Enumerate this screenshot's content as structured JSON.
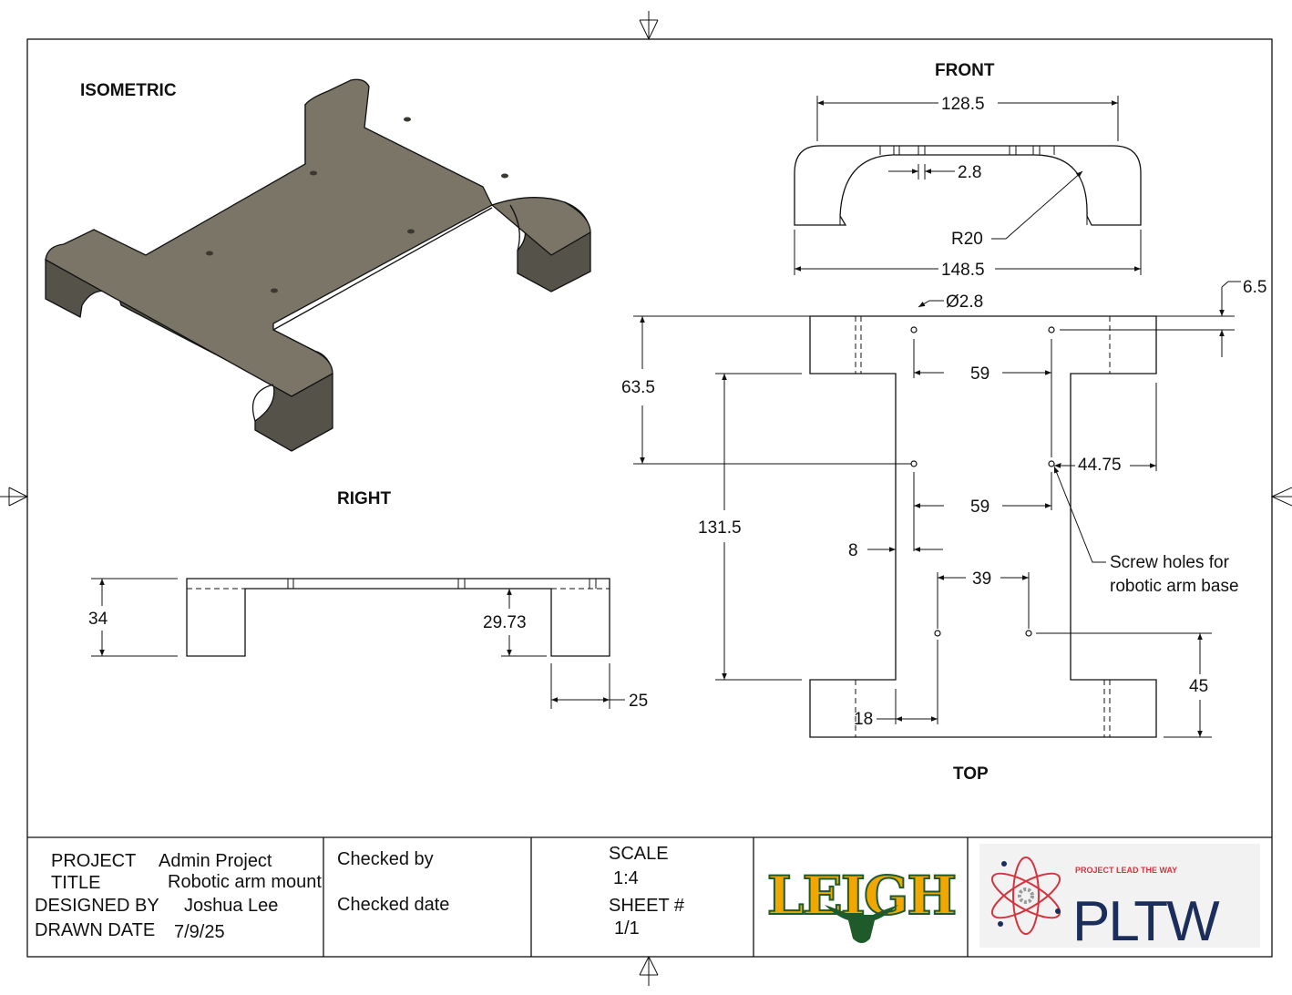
{
  "views": {
    "isometric": "ISOMETRIC",
    "front": "FRONT",
    "right": "RIGHT",
    "top": "TOP"
  },
  "front_dims": {
    "top_width": "128.5",
    "hole_width": "2.8",
    "radius": "R20",
    "overall_width": "148.5"
  },
  "top_dims": {
    "hole_dia": "Ø2.8",
    "edge_offset": "6.5",
    "hole_row_offset": "63.5",
    "hole_spacing_upper": "59",
    "hole_to_edge": "44.75",
    "hole_spacing_middle": "59",
    "length": "131.5",
    "inset": "8",
    "hole_spacing_lower": "39",
    "lower_hole_offset": "45",
    "lower_hole_x": "18",
    "note_line1": "Screw holes for",
    "note_line2": "robotic arm base"
  },
  "right_dims": {
    "height": "34",
    "inner_height": "29.73",
    "leg_width": "25"
  },
  "title_block": {
    "project_label": "PROJECT",
    "project_value": "Admin Project",
    "title_label": "TITLE",
    "title_value": "Robotic arm mount",
    "designed_by_label": "DESIGNED BY",
    "designed_by_value": "Joshua Lee",
    "drawn_date_label": "DRAWN DATE",
    "drawn_date_value": "7/9/25",
    "checked_by_label": "Checked by",
    "checked_date_label": "Checked date",
    "scale_label": "SCALE",
    "scale_value": "1:4",
    "sheet_label": "SHEET #",
    "sheet_value": "1/1"
  },
  "logos": {
    "school": "LEIGH",
    "pltw_tagline": "PROJECT LEAD THE WAY",
    "pltw": "PLTW"
  },
  "colors": {
    "leigh_gold": "#f0a800",
    "leigh_green": "#1f5a2a",
    "pltw_red": "#d2353f",
    "pltw_navy": "#1b2d5a",
    "model_gray": "#6f6a5c"
  }
}
